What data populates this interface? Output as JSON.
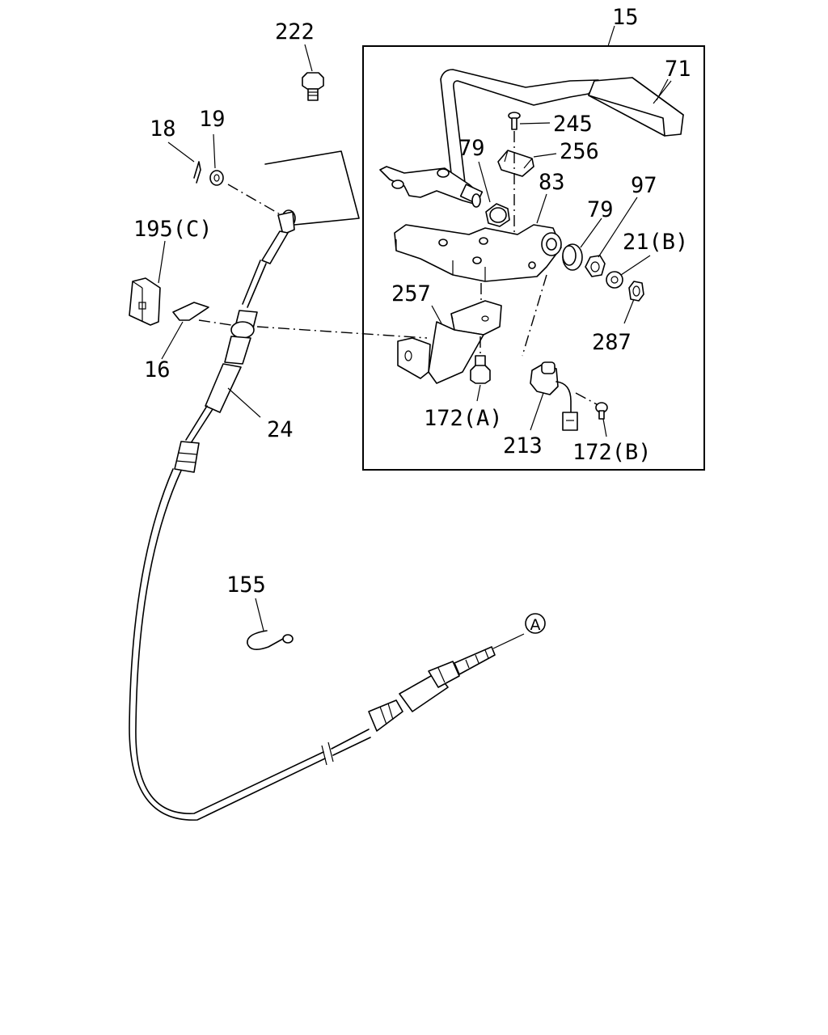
{
  "diagram": {
    "labels": {
      "p15": "15",
      "p71": "71",
      "p222": "222",
      "p245": "245",
      "p18": "18",
      "p19": "19",
      "p79a": "79",
      "p256": "256",
      "p83": "83",
      "p97": "97",
      "p79b": "79",
      "p195c": "195(C)",
      "p21b": "21(B)",
      "p257": "257",
      "p287": "287",
      "p16": "16",
      "p24": "24",
      "p172a": "172(A)",
      "p213": "213",
      "p172b": "172(B)",
      "p155": "155",
      "refA": "A"
    }
  }
}
